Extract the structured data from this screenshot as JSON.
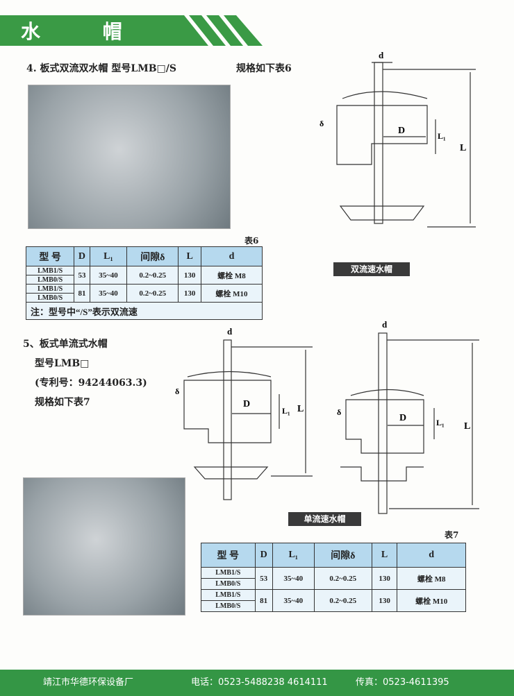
{
  "header": {
    "title": "水 帽",
    "color": "#3a9a45"
  },
  "item4": {
    "title": "4.  板式双流双水帽   型号LMB□/S",
    "spec": "规格如下表6"
  },
  "item5": {
    "title": "5、板式单流式水帽",
    "model": "型号LMB□",
    "patent": "(专利号：94244063.3)",
    "spec": "规格如下表7"
  },
  "diagram_labels": {
    "d": "d",
    "delta": "δ",
    "D": "D",
    "L1": "L₁",
    "L": "L"
  },
  "captions": {
    "dual": "双流速水帽",
    "single": "单流速水帽"
  },
  "table6": {
    "label": "表6",
    "headers": [
      "型 号",
      "D",
      "L₁",
      "间隙δ",
      "L",
      "d"
    ],
    "rows": [
      {
        "models": [
          "LMB1/S",
          "LMB0/S"
        ],
        "D": "53",
        "L1": "35~40",
        "gap": "0.2~0.25",
        "L": "130",
        "d": "螺栓 M8"
      },
      {
        "models": [
          "LMB1/S",
          "LMB0/S"
        ],
        "D": "81",
        "L1": "35~40",
        "gap": "0.2~0.25",
        "L": "130",
        "d": "螺栓 M10"
      }
    ],
    "note": "注：型号中“/S”表示双流速"
  },
  "table7": {
    "label": "表7",
    "headers": [
      "型 号",
      "D",
      "L₁",
      "间隙δ",
      "L",
      "d"
    ],
    "rows": [
      {
        "models": [
          "LMB1/S",
          "LMB0/S"
        ],
        "D": "53",
        "L1": "35~40",
        "gap": "0.2~0.25",
        "L": "130",
        "d": "螺栓 M8"
      },
      {
        "models": [
          "LMB1/S",
          "LMB0/S"
        ],
        "D": "81",
        "L1": "35~40",
        "gap": "0.2~0.25",
        "L": "130",
        "d": "螺栓 M10"
      }
    ]
  },
  "footer": {
    "company": "靖江市华德环保设备厂",
    "phone": "电话：0523-5488238   4614111",
    "fax": "传真：0523-4611395"
  }
}
